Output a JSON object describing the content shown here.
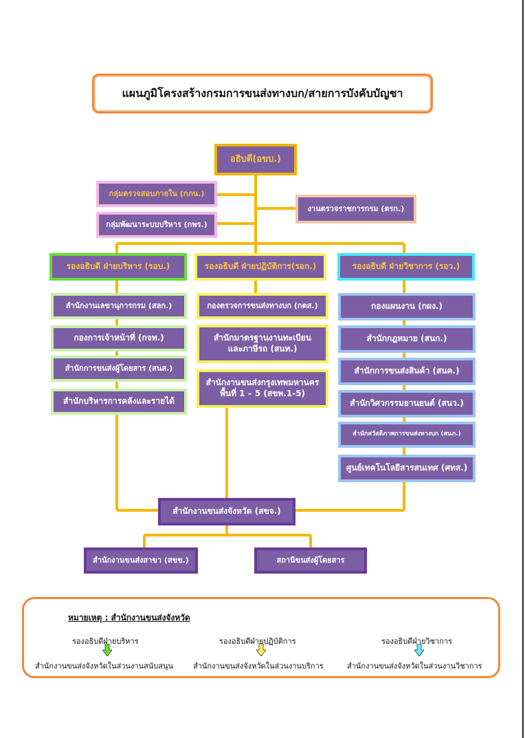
{
  "title": "แผนภูมิโครงสร้างกรมการขนส่งทางบก/สายการบังคับบัญชา",
  "director": "อธิบดี(อขบ.)",
  "left_units": [
    "กลุ่มตรวจสอบภายใน (กภน.)",
    "กลุ่มพัฒนาระบบบริหาร (กพร.)"
  ],
  "right_unit": "งานตรวจราชการกรม (ตรก.)",
  "deputies": {
    "admin": "รองอธิบดี ฝ่ายบริหาร (รอบ.)",
    "ops": "รองอธิบดี ฝ่ายปฏิบัติการ(รอก.)",
    "tech": "รองอธิบดี ฝ่ายวิชาการ (รอว.)"
  },
  "admin_units": [
    "สำนักงานเลขานุการกรม (สลก.)",
    "กองการเจ้าหน้าที่ (กจท.)",
    "สำนักการขนส่งผู้โดยสาร (สนส.)",
    "สำนักบริหารการคลังและรายได้"
  ],
  "ops_units": [
    "กองตรวจการขนส่งทางบก (กตส.)",
    "สำนักมาตรฐานงานทะเบียนและภาษีรถ (สนท.)",
    "สำนักงานขนส่งกรุงเทพมหานครพื้นที่ 1 – 5 (สขพ.1-5)"
  ],
  "ops_unit_lines": [
    [
      "กองตรวจการขนส่งทางบก (กตส.)"
    ],
    [
      "สำนักมาตรฐานงานทะเบียน",
      "และภาษีรถ (สนท.)"
    ],
    [
      "สำนักงานขนส่งกรุงเทพมหานคร",
      "พื้นที่ 1 – 5 (สขพ.1-5)"
    ]
  ],
  "tech_units": [
    "กองแผนงาน (กผง.)",
    "สำนักกฎหมาย (สนก.)",
    "สำนักการขนส่งสินค้า (สนค.)",
    "สำนักวิศวกรรมยานยนต์ (สนว.)",
    "สำนักสวัสดิภาพการขนส่งทางบก (สนภ.)",
    "ศูนย์เทคโนโลยีสารสนเทศ (ศทส.)"
  ],
  "provincial": "สำนักงานขนส่งจังหวัด (สขจ.)",
  "provincial_children": [
    "สำนักงานขนส่งสาขา (สขข.)",
    "สถานีขนส่งผู้โดยสาร"
  ],
  "note": {
    "title": "หมายเหตุ : สำนักงานขนส่งจังหวัด",
    "columns": [
      {
        "head": "รองอธิบดีฝ่ายบริหาร",
        "sub": "สำนักงานขนส่งจังหวัดในส่วนงานสนับสนุน",
        "arrow_color": "#66dd33"
      },
      {
        "head": "รองอธิบดีฝ่ายปฏิบัติการ",
        "sub": "สำนักงานขนส่งจังหวัดในส่วนงานบริการ",
        "arrow_color": "#f8f060"
      },
      {
        "head": "รองอธิบดีฝ่ายวิชาการ",
        "sub": "สำนักงานขนส่งจังหวัดในส่วนงานวิชาการ",
        "arrow_color": "#66ecf8"
      }
    ]
  },
  "colors": {
    "node_fill": "#7b5ea3",
    "connector": "#f5b800",
    "admin_border": "#66dd33",
    "ops_border": "#f8f060",
    "tech_border": "#44e8f8",
    "frame_border": "#f0883a"
  }
}
